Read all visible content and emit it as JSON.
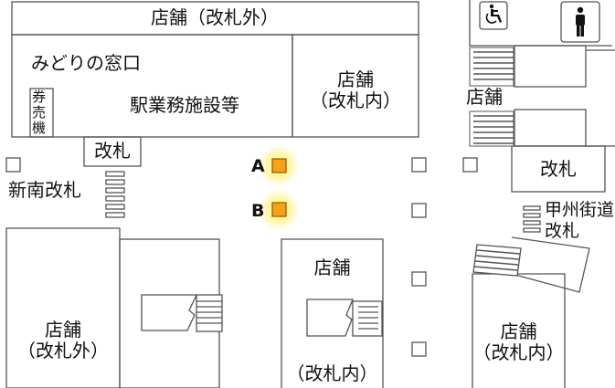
{
  "labels": {
    "shop_top": "店舗（改札外）",
    "midori": "みどりの窓口",
    "ticket_machine": [
      "券",
      "売",
      "機"
    ],
    "station_office": "駅業務施設等",
    "shop_inside_top_1": "店舗",
    "shop_inside_top_2": "（改札内）",
    "gate_left": "改札",
    "shinminami_gate": "新南改札",
    "shop_right": "店舗",
    "gate_right": "改札",
    "koshu_1": "甲州街道",
    "koshu_2": "改札",
    "shop_bottom_left_1": "店舗",
    "shop_bottom_left_2": "（改札外）",
    "shop_bottom_mid_1": "店舗",
    "shop_bottom_mid_2": "（改札内）",
    "shop_bottom_right_1": "店舗",
    "shop_bottom_right_2": "（改札内）",
    "marker_a": "A",
    "marker_b": "B"
  },
  "icons": {
    "accessible": "accessible-toilet-icon",
    "mens": "mens-toilet-icon"
  },
  "colors": {
    "marker": "#f7a21b",
    "marker_glow": "#fff27a",
    "line": "#555555"
  }
}
